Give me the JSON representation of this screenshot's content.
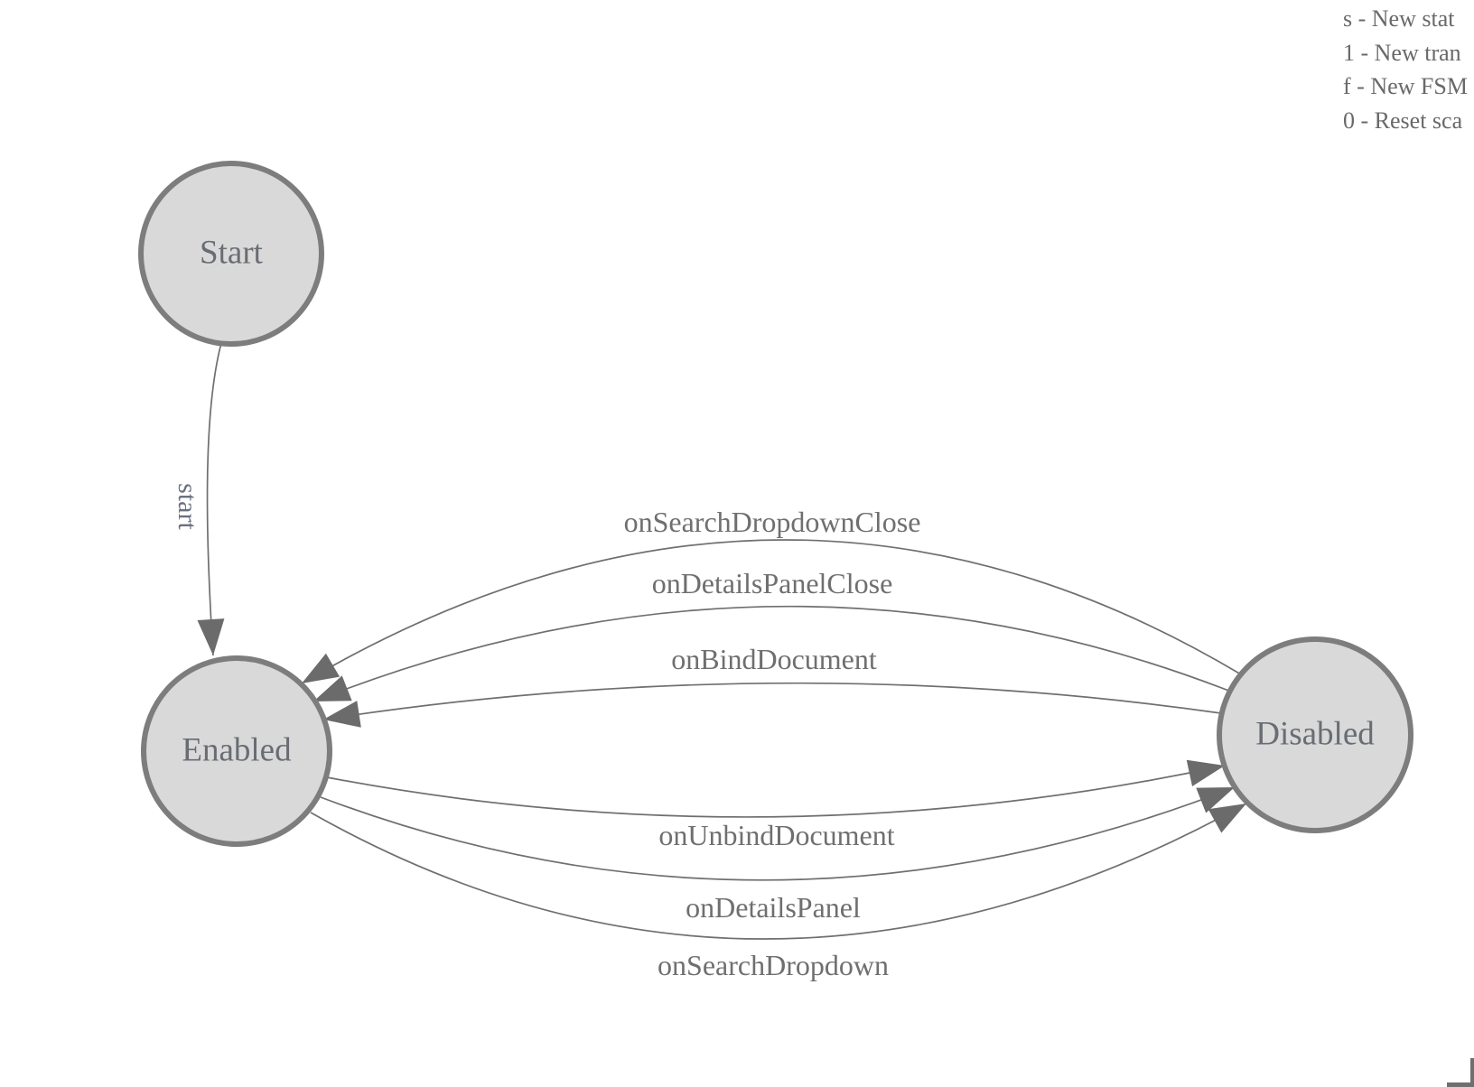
{
  "diagram": {
    "nodes": [
      {
        "id": "start",
        "label": "Start"
      },
      {
        "id": "enabled",
        "label": "Enabled"
      },
      {
        "id": "disabled",
        "label": "Disabled"
      }
    ],
    "edges": [
      {
        "label": "start",
        "from": "Start",
        "to": "Enabled"
      },
      {
        "label": "onSearchDropdownClose",
        "from": "Disabled",
        "to": "Enabled"
      },
      {
        "label": "onDetailsPanelClose",
        "from": "Disabled",
        "to": "Enabled"
      },
      {
        "label": "onBindDocument",
        "from": "Disabled",
        "to": "Enabled"
      },
      {
        "label": "onUnbindDocument",
        "from": "Enabled",
        "to": "Disabled"
      },
      {
        "label": "onDetailsPanel",
        "from": "Enabled",
        "to": "Disabled"
      },
      {
        "label": "onSearchDropdown",
        "from": "Enabled",
        "to": "Disabled"
      }
    ]
  },
  "legend": {
    "lines": [
      "s - New stat",
      "1 - New tran",
      "f - New FSM",
      "0 - Reset sca"
    ]
  },
  "colors": {
    "background": "#ffffff",
    "node_fill": "#d9d9d9",
    "node_stroke": "#7d7d7d",
    "node_text": "#696d73",
    "edge_stroke": "#6f6f6f",
    "arrow_fill": "#6b6b6b",
    "edge_label_text": "#6f6f6f",
    "legend_text": "#68696b",
    "corner_handle": "#6f6f6f"
  }
}
